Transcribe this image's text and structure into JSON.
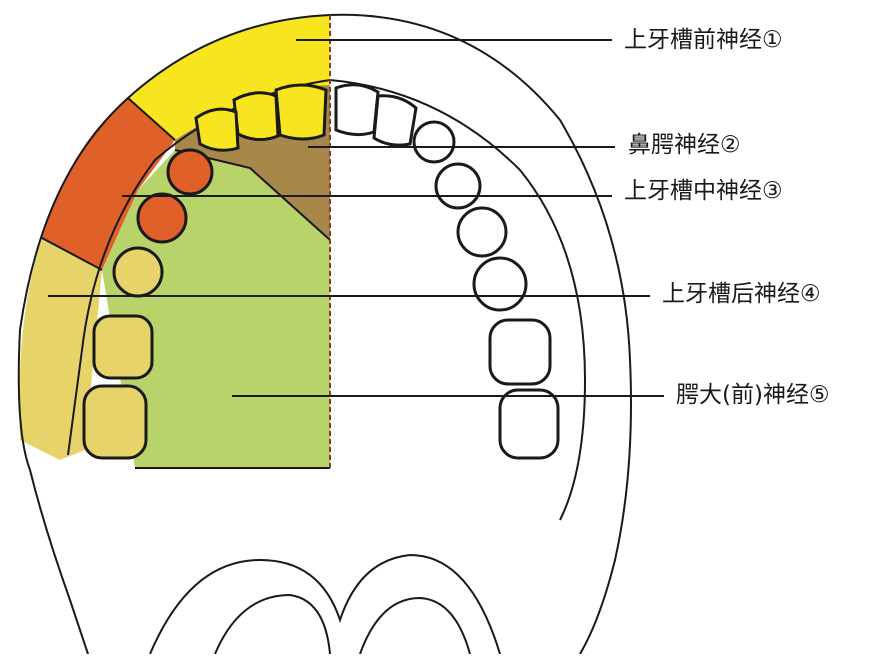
{
  "labels": [
    {
      "id": "label-1",
      "text": "上牙槽前神经①"
    },
    {
      "id": "label-2",
      "text": "鼻腭神经②"
    },
    {
      "id": "label-3",
      "text": "上牙槽中神经③"
    },
    {
      "id": "label-4",
      "text": "上牙槽后神经④"
    },
    {
      "id": "label-5",
      "text": "腭大(前)神经⑤"
    }
  ],
  "colors": {
    "anterior_superior_alveolar": "#f7e51f",
    "nasopalatine": "#a8874a",
    "middle_superior_alveolar": "#e0602a",
    "posterior_superior_alveolar": "#e6d46a",
    "greater_palatine": "#b8d36a",
    "outline": "#1a1a1a"
  }
}
